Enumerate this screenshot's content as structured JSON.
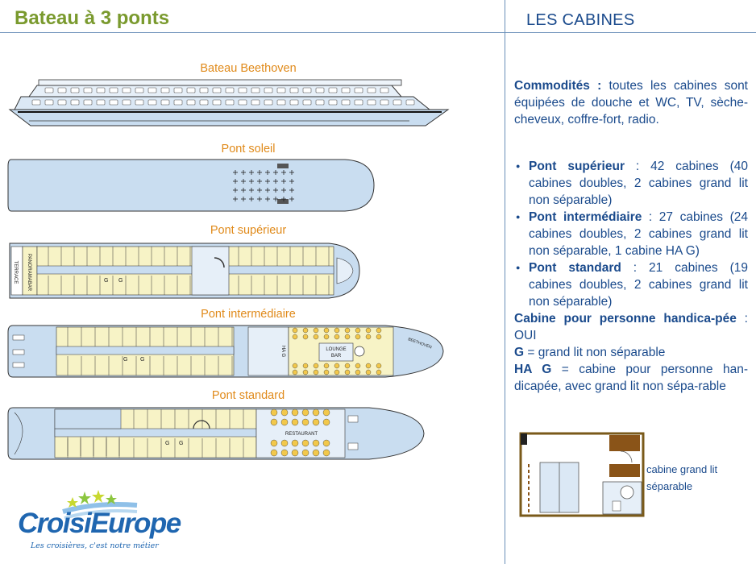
{
  "page": {
    "title": "Bateau à 3 ponts",
    "section_title": "LES CABINES"
  },
  "decks": {
    "beethoven": "Bateau Beethoven",
    "soleil": "Pont soleil",
    "superieur": "Pont supérieur",
    "intermediaire": "Pont intermédiaire",
    "standard": "Pont standard"
  },
  "plan_labels": {
    "terrace": "TERRACE",
    "panorama_bar": "PANORAMABAR",
    "g": "G",
    "ha_g": "HA G",
    "lounge": "LOUNGE",
    "bar": "BAR",
    "restaurant": "RESTAURANT",
    "ship_name": "BEETHOVEN"
  },
  "info": {
    "amenities_label": "Commodités :",
    "amenities_text": " toutes les cabines sont équipées de douche et WC, TV, sèche-cheveux, coffre-fort, radio.",
    "items": [
      {
        "label": "Pont supérieur",
        "text": " : 42 cabines (40 cabines doubles, 2 cabines grand lit non séparable)"
      },
      {
        "label": "Pont intermédiaire",
        "text": " : 27 cabines (24 cabines doubles, 2 cabines grand lit non séparable, 1 cabine HA G)"
      },
      {
        "label": "Pont standard",
        "text": " : 21 cabines (19 cabines doubles, 2 cabines grand lit non séparable)"
      }
    ],
    "handicap_label": "Cabine pour personne handica-pée",
    "handicap_text": " : OUI",
    "g_label": "G",
    "g_text": " = grand lit non séparable",
    "hag_label": "HA G",
    "hag_text": " = cabine pour personne han-dicapée, avec grand lit non sépa-rable"
  },
  "cabin_caption": {
    "line1": "cabine grand lit",
    "line2": "séparable"
  },
  "logo": {
    "name": "CroisiEurope",
    "tagline": "Les croisières, c'est notre métier"
  },
  "colors": {
    "title_green": "#7a9a2e",
    "navy": "#1a4a8c",
    "deck_orange": "#e08a1a",
    "hull_blue": "#c9ddf0",
    "cabin_yellow": "#f7f3c6"
  }
}
